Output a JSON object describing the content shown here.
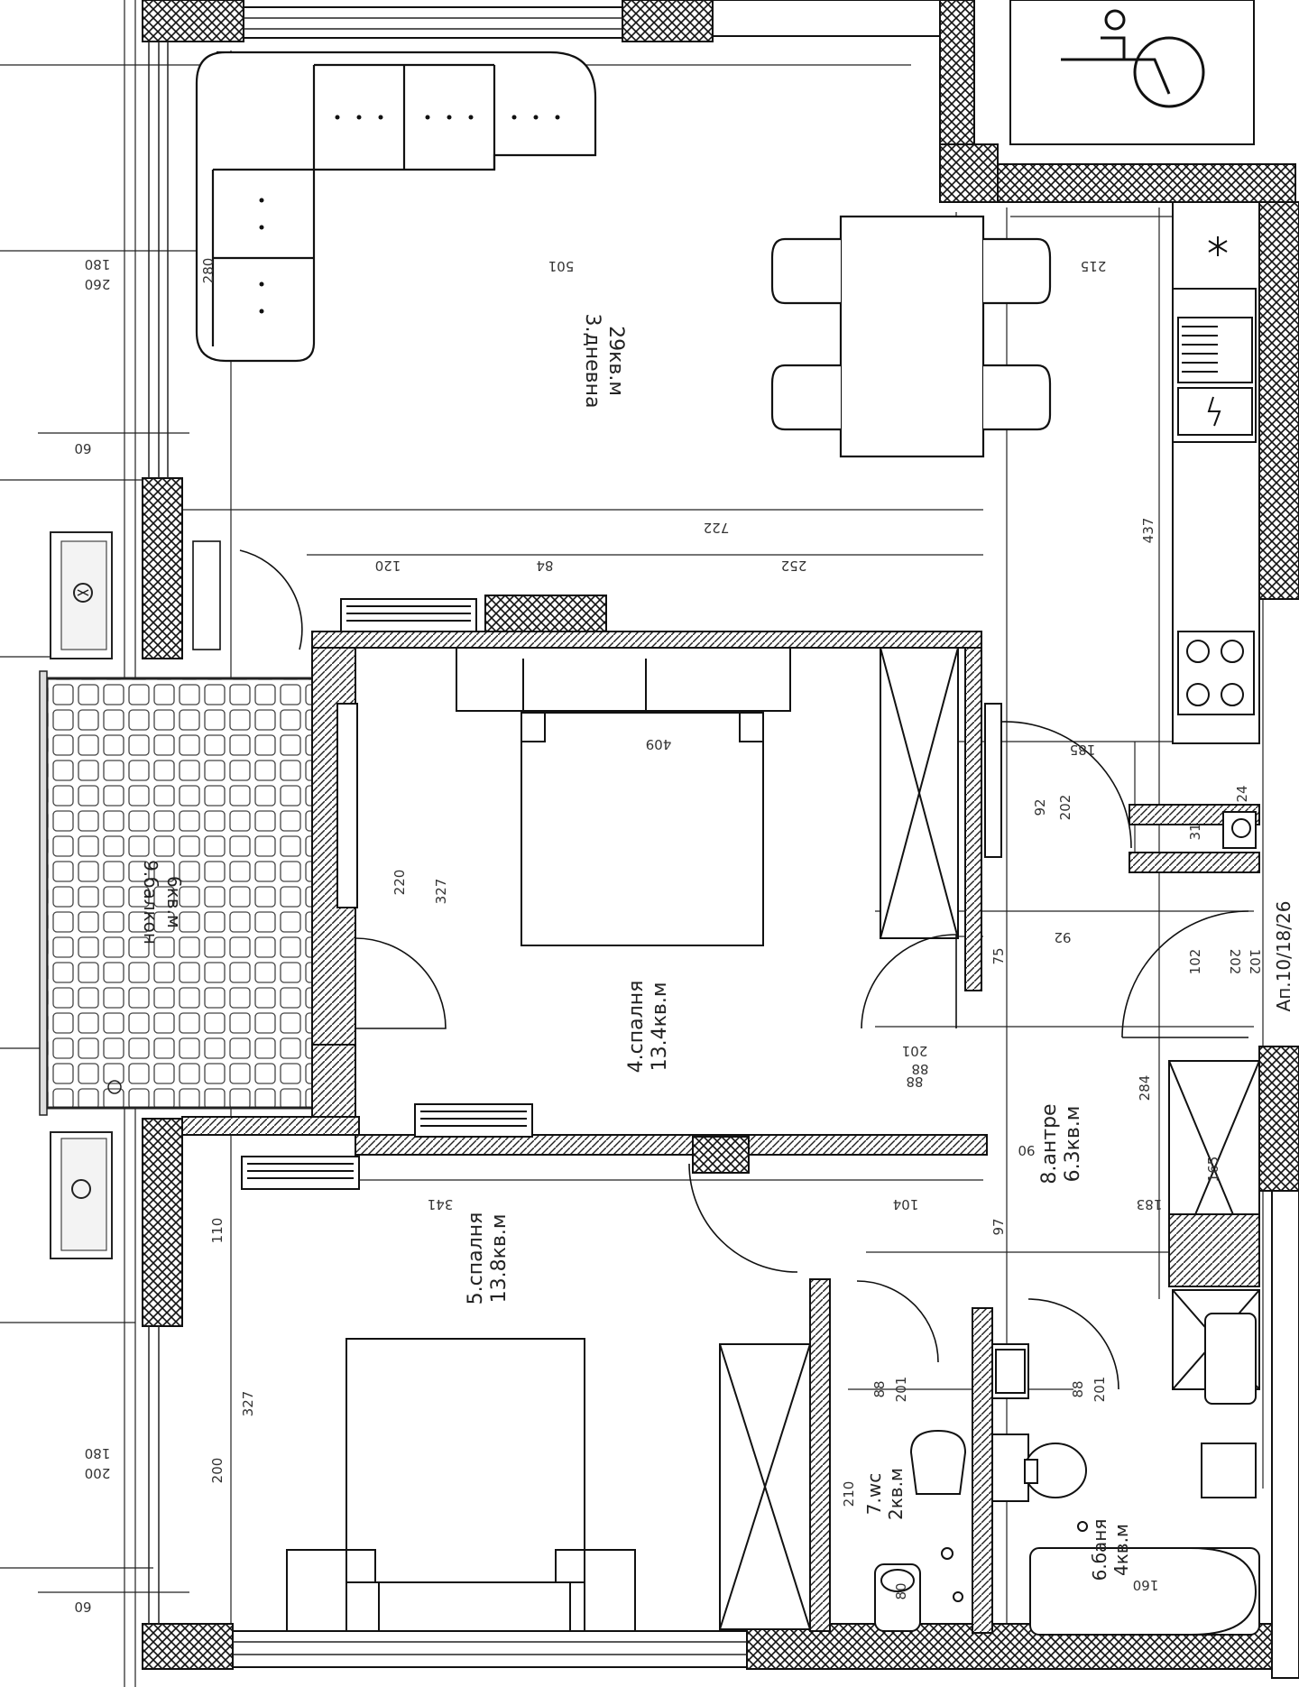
{
  "rooms": {
    "living": {
      "name": "3.дневна",
      "area": "29кв.м"
    },
    "bedroom4": {
      "name": "4.спалня",
      "area": "13.4кв.м"
    },
    "bedroom5": {
      "name": "5.спалня",
      "area": "13.8кв.м"
    },
    "balcony": {
      "name": "9.балкон",
      "area": "6кв.м"
    },
    "hall": {
      "name": "8.антре",
      "area": "6.3кв.м"
    },
    "bath": {
      "name": "6.баня",
      "area": "4кв.м"
    },
    "wc": {
      "name": "7.wc",
      "area": "2кв.м"
    }
  },
  "apartment_code": "Ап.10/18/26",
  "dimensions": {
    "d501": "501",
    "d215": "215",
    "d722": "722",
    "d437": "437",
    "d180a": "180",
    "d260": "260",
    "d280": "280",
    "d120": "120",
    "d84": "84",
    "d252": "252",
    "d60a": "60",
    "d60b": "60",
    "d185": "185",
    "d92a": "92",
    "d202a": "202",
    "d92b": "92",
    "d102a": "102",
    "d202b": "202",
    "d102b": "102",
    "d88a": "88",
    "d201a": "201",
    "d88b": "88",
    "d220": "220",
    "d327a": "327",
    "d409": "409",
    "d75": "75",
    "d284": "284",
    "d341": "341",
    "d104": "104",
    "d183": "183",
    "d97": "97",
    "d110": "110",
    "d327b": "327",
    "d200a": "200",
    "d180b": "180",
    "d200b": "200",
    "d88c": "88",
    "d201b": "201",
    "d88d": "88",
    "d201c": "201",
    "d210": "210",
    "d165": "165",
    "d80": "80",
    "d160": "160",
    "d90": "90",
    "d31": "31",
    "d24": "24"
  }
}
